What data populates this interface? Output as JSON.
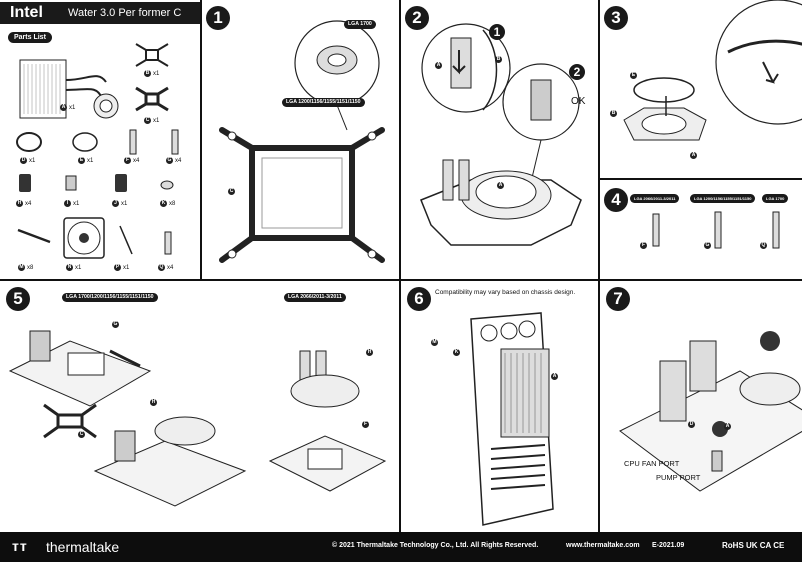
{
  "header": {
    "brand": "Intel",
    "product": "Water 3.0 Per former C"
  },
  "parts": {
    "title": "Parts List",
    "items": [
      {
        "id": "A",
        "qty": "x1"
      },
      {
        "id": "B",
        "qty": "x1"
      },
      {
        "id": "C",
        "qty": "x1"
      },
      {
        "id": "D",
        "qty": "x1"
      },
      {
        "id": "E",
        "qty": "x1"
      },
      {
        "id": "F",
        "qty": "x4"
      },
      {
        "id": "G",
        "qty": "x4"
      },
      {
        "id": "H",
        "qty": "x4"
      },
      {
        "id": "I",
        "qty": "x1"
      },
      {
        "id": "J",
        "qty": "x1"
      },
      {
        "id": "K",
        "qty": "x8"
      },
      {
        "id": "M",
        "qty": "x8"
      },
      {
        "id": "N",
        "qty": "x1"
      },
      {
        "id": "P",
        "qty": "x1"
      },
      {
        "id": "Q",
        "qty": "x4"
      }
    ]
  },
  "steps": {
    "s1": {
      "num": "1",
      "tag_top": "LGA 1700",
      "tag_bottom": "LGA 1200/1156/1155/1151/1150",
      "label_c": "C"
    },
    "s2": {
      "num": "2",
      "sub1": "1",
      "sub2": "2",
      "ok": "OK",
      "label_a": "A",
      "label_b": "B",
      "label_a2": "A"
    },
    "s3": {
      "num": "3",
      "label_e": "E",
      "label_b": "B",
      "label_a": "A"
    },
    "s4": {
      "num": "4",
      "tag1": "LGA 2066/2011-3/2011",
      "tag2": "LGA 1200/1156/1155/1151/1150",
      "tag3": "LGA 1700",
      "l1": "F",
      "l2": "G",
      "l3": "Q"
    },
    "s5": {
      "num": "5",
      "tag1": "LGA 1700/1200/1156/1155/1151/1150",
      "tag2": "LGA 2066/2011-3/2011",
      "g": "G",
      "c": "C",
      "h": "H",
      "h2": "H",
      "f": "F"
    },
    "s6": {
      "num": "6",
      "note": "Compatibility may vary based on chassis design.",
      "m": "M",
      "k": "K",
      "a": "A"
    },
    "s7": {
      "num": "7",
      "fan": "CPU FAN PORT",
      "pump": "PUMP PORT",
      "d": "D",
      "a": "A"
    }
  },
  "footer": {
    "logo": "thermaltake",
    "copyright": "© 2021 Thermaltake Technology Co., Ltd. All Rights Reserved.",
    "url": "www.thermaltake.com",
    "code": "E-2021.09",
    "certs": "RoHS UK CA CE"
  }
}
